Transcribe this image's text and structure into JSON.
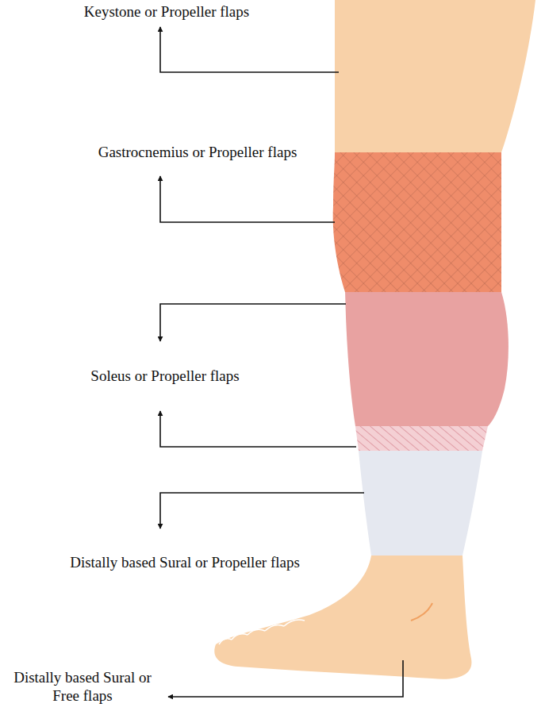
{
  "diagram": {
    "labels": [
      "Keystone or Propeller flaps",
      "Gastrocnemius or Propeller flaps",
      "Soleus or Propeller flaps",
      "Distally based Sural or Propeller flaps",
      "Distally based Sural or Free flaps"
    ]
  }
}
